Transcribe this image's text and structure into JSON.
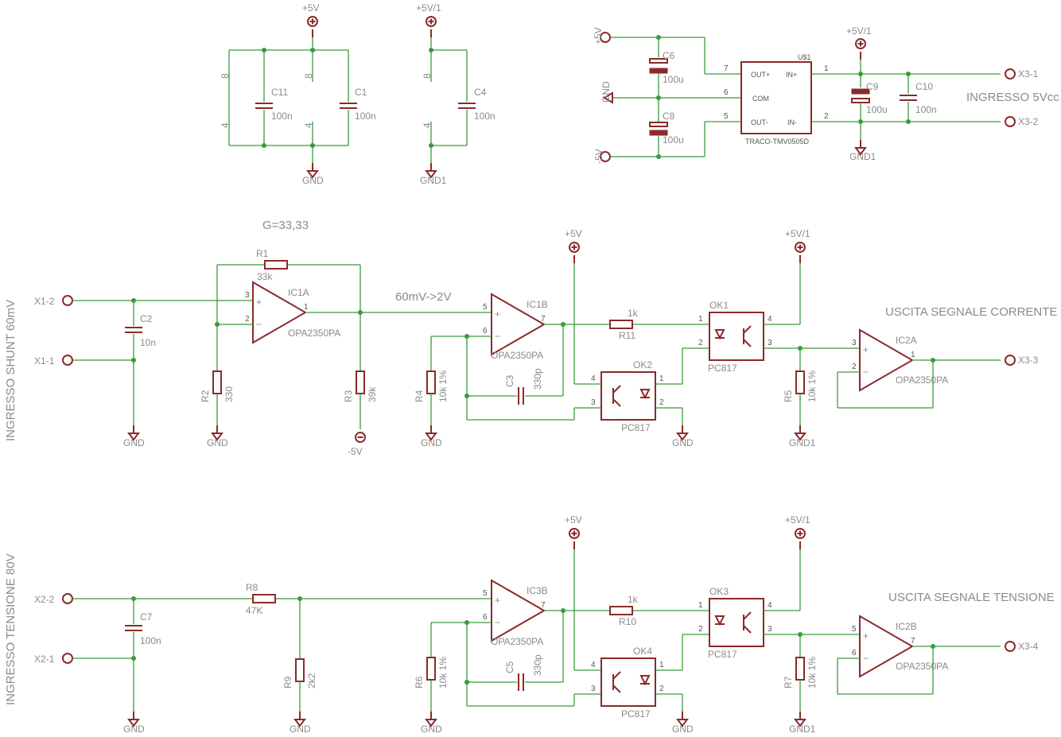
{
  "supply": {
    "p5v_a": "+5V",
    "p5v1_a": "+5V/1",
    "gnd_a": "GND",
    "gnd1_a": "GND1",
    "c11": "C11",
    "c11_val": "100n",
    "c1": "C1",
    "c1_val": "100n",
    "c4": "C4",
    "c4_val": "100n",
    "pin8_a": "8",
    "pin4_a": "4",
    "pin8_b": "8",
    "pin4_b": "4",
    "pin8_c": "8",
    "pin4_c": "4"
  },
  "converter": {
    "p5v": "+5V",
    "gnd": "GND",
    "m5v": "-5V",
    "c6": "C6",
    "c6_val": "100u",
    "c8": "C8",
    "c8_val": "100u",
    "u1": "U$1",
    "out_p": "OUT+",
    "com": "COM",
    "out_m": "OUT-",
    "in_p": "IN+",
    "in_m": "IN-",
    "part": "TRACO-TMV0505D",
    "pin7": "7",
    "pin6": "6",
    "pin5": "5",
    "pin1": "1",
    "pin2": "2",
    "p5v1": "+5V/1",
    "c9": "C9",
    "c9_val": "100u",
    "c10": "C10",
    "c10_val": "100n",
    "gnd1": "GND1",
    "x31": "X3-1",
    "x32": "X3-2",
    "ingresso": "INGRESSO 5Vcc"
  },
  "current": {
    "side_label": "INGRESSO SHUNT 60mV",
    "gain": "G=33,33",
    "ratio": "60mV->2V",
    "x12": "X1-2",
    "x11": "X1-1",
    "c2": "C2",
    "c2_val": "10n",
    "gnd_c2": "GND",
    "r1": "R1",
    "r1_val": "33k",
    "r2": "R2",
    "r2_val": "330",
    "gnd_r2": "GND",
    "r3": "R3",
    "r3_val": "39k",
    "m5v": "-5V",
    "ic1a": "IC1A",
    "ic1a_part": "OPA2350PA",
    "ic1b": "IC1B",
    "ic1b_part": "OPA2350PA",
    "r4": "R4",
    "r4_val": "10k 1%",
    "gnd_r4": "GND",
    "c3": "C3",
    "c3_val": "330p",
    "p5v": "+5V",
    "r11": "R11",
    "r11_val": "1k",
    "ok1": "OK1",
    "ok1_part": "PC817",
    "ok2": "OK2",
    "ok2_part": "PC817",
    "gnd_ok2": "GND",
    "p5v1": "+5V/1",
    "r5": "R5",
    "r5_val": "10k 1%",
    "gnd1": "GND1",
    "ic2a": "IC2A",
    "ic2a_part": "OPA2350PA",
    "x33": "X3-3",
    "uscita": "USCITA SEGNALE CORRENTE"
  },
  "voltage": {
    "side_label": "INGRESSO TENSIONE 80V",
    "x22": "X2-2",
    "x21": "X2-1",
    "c7": "C7",
    "c7_val": "100n",
    "gnd_c7": "GND",
    "r8": "R8",
    "r8_val": "47K",
    "r9": "R9",
    "r9_val": "2k2",
    "gnd_r9": "GND",
    "ic3b": "IC3B",
    "ic3b_part": "OPA2350PA",
    "r6": "R6",
    "r6_val": "10k 1%",
    "gnd_r6": "GND",
    "c5": "C5",
    "c5_val": "330p",
    "p5v": "+5V",
    "r10": "R10",
    "r10_val": "1k",
    "ok3": "OK3",
    "ok3_part": "PC817",
    "ok4": "OK4",
    "ok4_part": "PC817",
    "gnd_ok4": "GND",
    "p5v1": "+5V/1",
    "r7": "R7",
    "r7_val": "10k 1%",
    "gnd1": "GND1",
    "ic2b": "IC2B",
    "ic2b_part": "OPA2350PA",
    "x34": "X3-4",
    "uscita": "USCITA SEGNALE TENSIONE"
  },
  "colors": {
    "wire": "#3a9a3a",
    "part": "#8b2a2a",
    "label": "#8a8a8a"
  }
}
